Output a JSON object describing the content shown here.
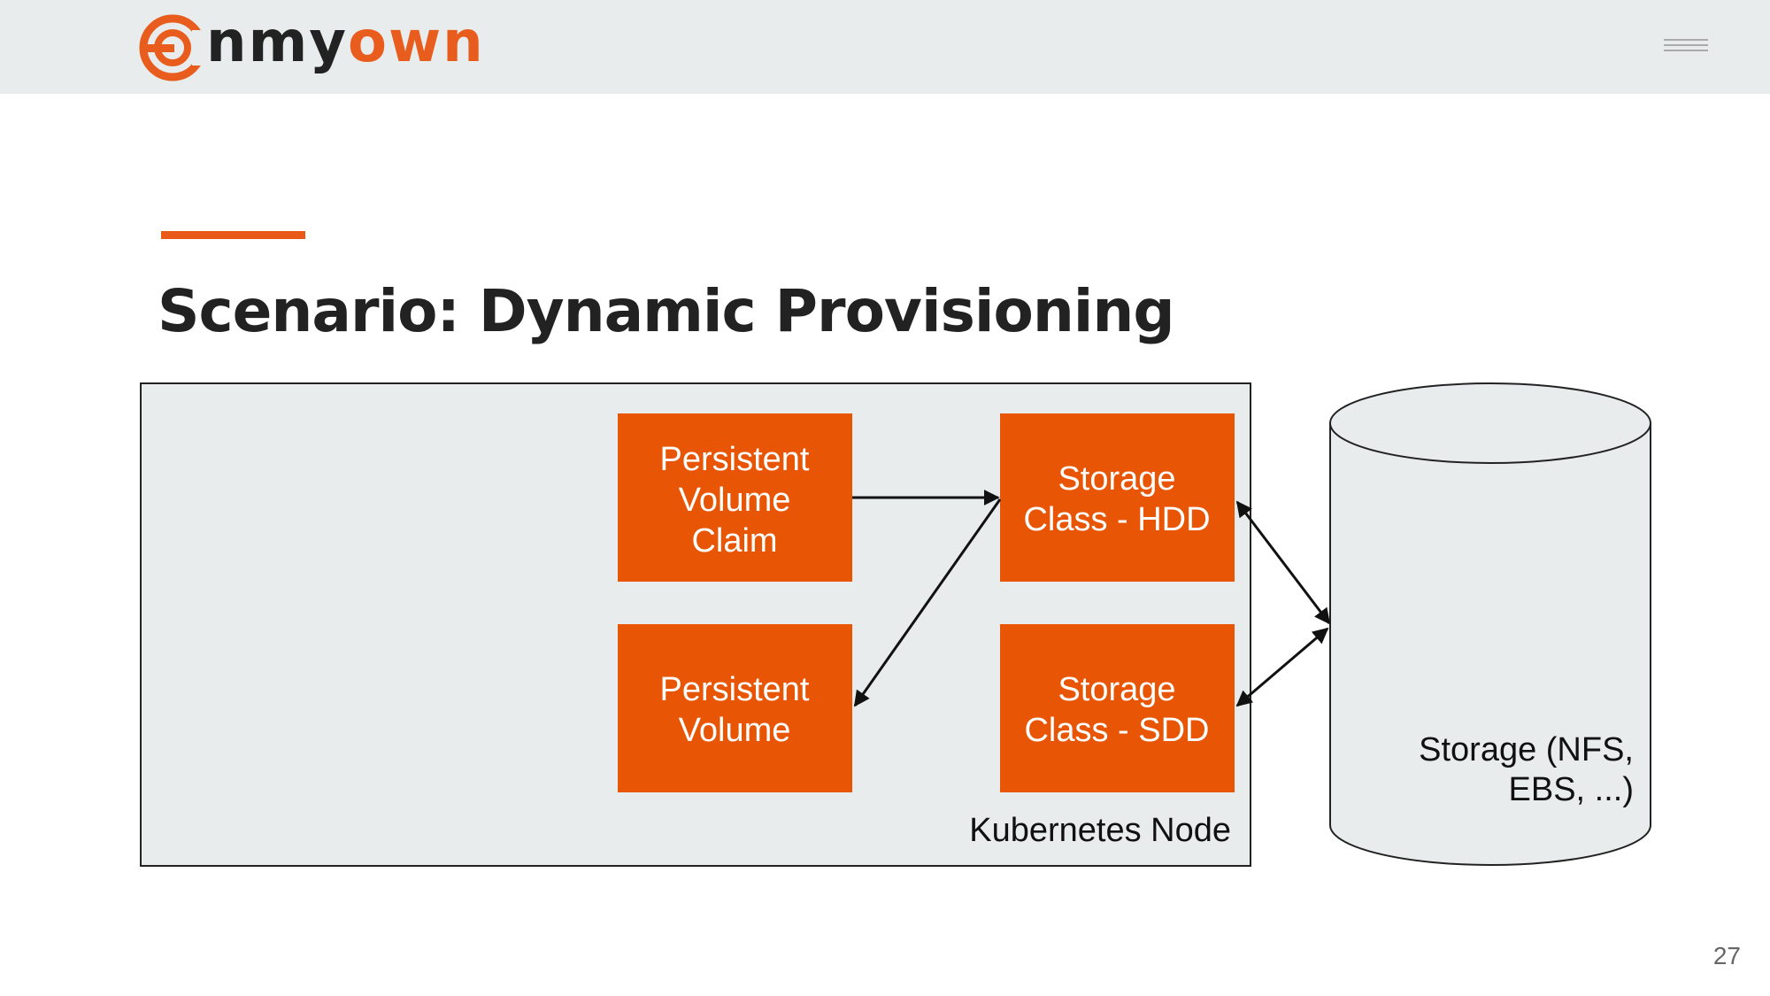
{
  "header": {
    "logo_main": "nmy",
    "logo_accent": "own",
    "brand_color": "#e85d1d"
  },
  "slide": {
    "title": "Scenario: Dynamic Provisioning",
    "page_number": "27"
  },
  "diagram": {
    "node_label": "Kubernetes Node",
    "pvc": [
      "Persistent",
      "Volume",
      "Claim"
    ],
    "pv": [
      "Persistent",
      "Volume"
    ],
    "sc_hdd": [
      "Storage",
      "Class - HDD"
    ],
    "sc_sdd": [
      "Storage",
      "Class - SDD"
    ],
    "storage": [
      "Storage (NFS,",
      "EBS, ...)"
    ],
    "box_color": "#e85605",
    "node_fill": "#e9eced",
    "edges": [
      {
        "from": "Persistent Volume Claim",
        "to": "Storage Class - HDD",
        "direction": "forward"
      },
      {
        "from": "Storage Class - HDD",
        "to": "Persistent Volume",
        "direction": "forward"
      },
      {
        "from": "Storage Class - HDD",
        "to": "Storage (NFS, EBS, ...)",
        "direction": "both"
      },
      {
        "from": "Storage Class - SDD",
        "to": "Storage (NFS, EBS, ...)",
        "direction": "both"
      }
    ]
  }
}
